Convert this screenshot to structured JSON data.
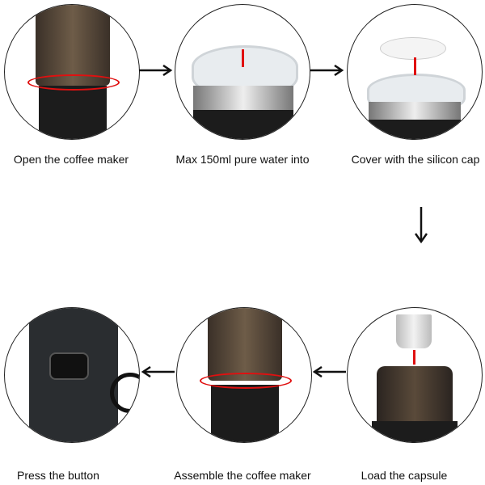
{
  "steps": [
    {
      "caption": "Open the coffee maker"
    },
    {
      "caption": "Max 150ml pure water into"
    },
    {
      "caption": "Cover with the silicon cap"
    },
    {
      "caption": "Load the capsule"
    },
    {
      "caption": "Assemble the coffee maker"
    },
    {
      "caption": "Press the button"
    }
  ],
  "colors": {
    "accent": "#e01010",
    "body": "#1c1c1c",
    "tank": "#5a4a3a"
  }
}
